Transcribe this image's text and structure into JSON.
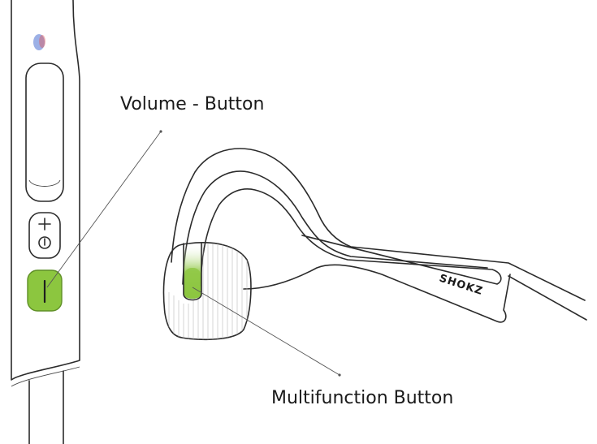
{
  "labels": {
    "volume_button": "Volume - Button",
    "multifunction_button": "Multifunction Button",
    "brand_logo": "SHOKZ"
  },
  "button_icons": {
    "volume_up": "plus-icon",
    "power": "power-icon",
    "volume_down": "minus-icon"
  },
  "colors": {
    "button_green": "#8cc63f",
    "button_green_stroke": "#5f8f26",
    "led_blue": "#4a6fd1",
    "led_red": "#e0595a",
    "line": "#2b2b2b"
  }
}
